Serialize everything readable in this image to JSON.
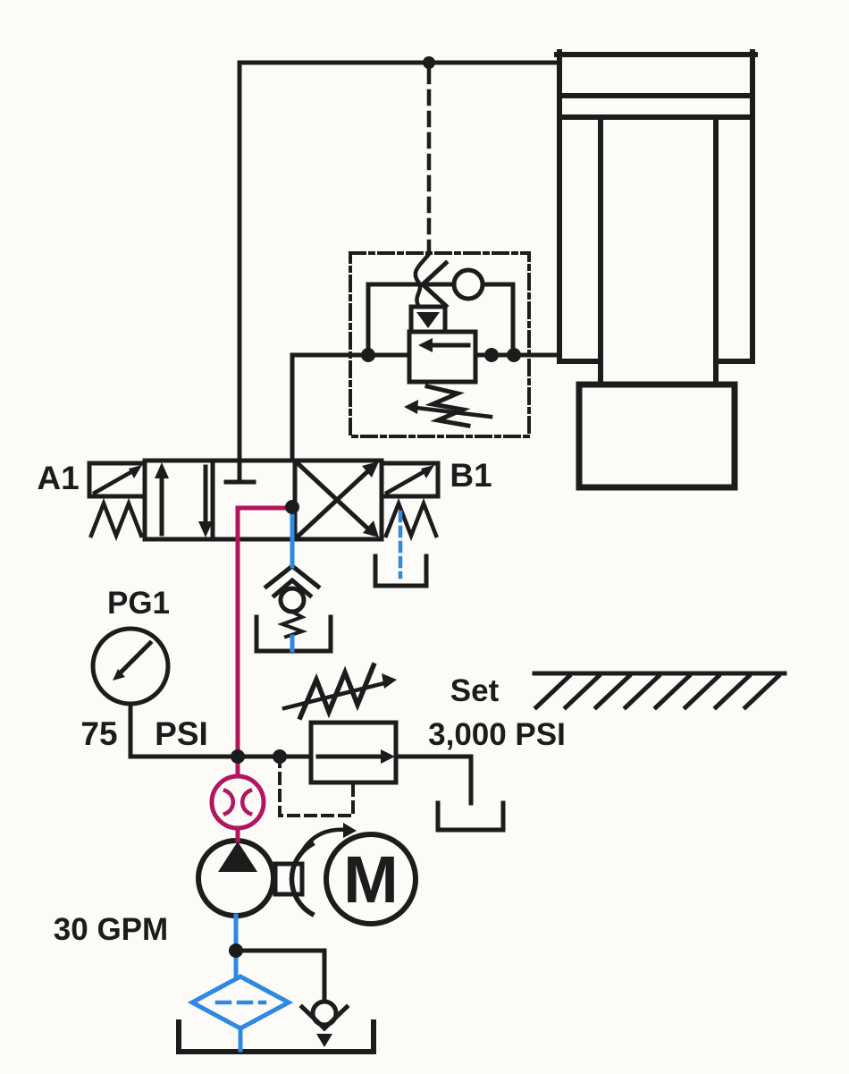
{
  "schematic": {
    "labels": {
      "valve_port_left": "A1",
      "valve_port_right": "B1",
      "gauge_name": "PG1",
      "gauge_value": "75",
      "gauge_unit": "PSI",
      "relief_set_word": "Set",
      "relief_set_pressure": "3,000 PSI",
      "pump_flow": "30 GPM",
      "motor_letter": "M"
    },
    "colors": {
      "line": "#1c1c1c",
      "pressure_line": "#b2175e",
      "tank_line": "#2f88e2"
    }
  }
}
